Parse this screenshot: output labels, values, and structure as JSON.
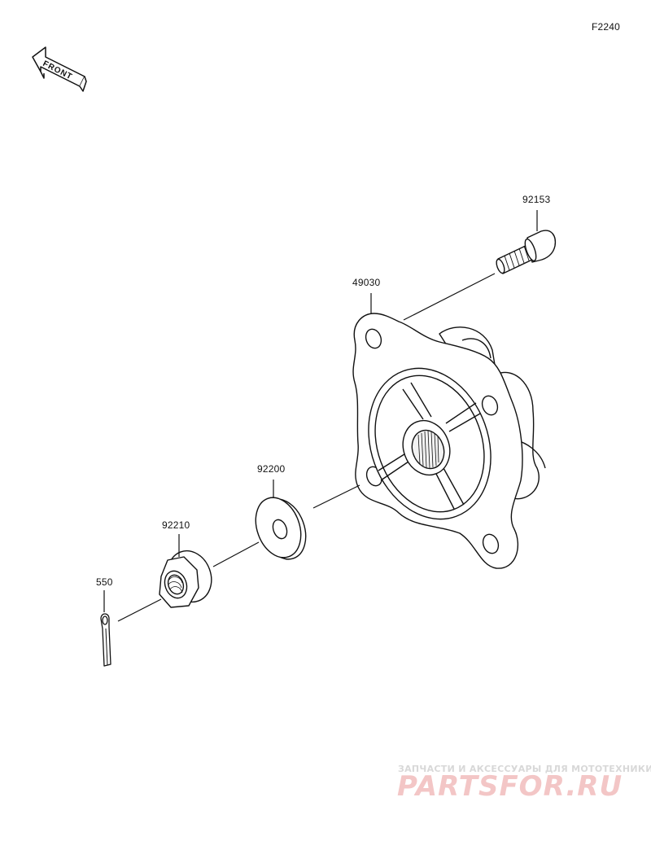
{
  "figure_code": "F2240",
  "front_arrow_label": "FRONT",
  "parts": [
    {
      "id": "hub",
      "number": "49030"
    },
    {
      "id": "stud",
      "number": "92153"
    },
    {
      "id": "washer",
      "number": "92200"
    },
    {
      "id": "nut",
      "number": "92210"
    },
    {
      "id": "cotter-pin",
      "number": "550"
    }
  ],
  "watermark": {
    "tagline": "ЗАПЧАСТИ И АКСЕССУАРЫ ДЛЯ МОТОТЕХНИКИ",
    "brand": "PARTSFOR.RU"
  },
  "colors": {
    "line": "#111111",
    "watermark_text": "#f3c6c6",
    "watermark_tagline": "#d8d8d8"
  }
}
